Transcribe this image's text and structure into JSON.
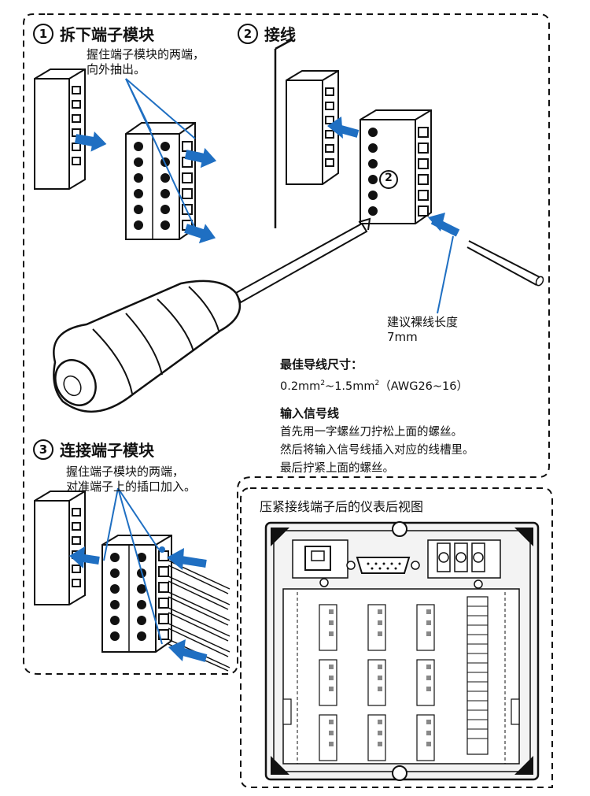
{
  "steps": {
    "remove": {
      "num": "1",
      "title": "拆下端子模块",
      "note_line1": "握住端子模块的两端，",
      "note_line2": "向外抽出。"
    },
    "wire": {
      "num": "2",
      "title": "接线",
      "callout_num": "2"
    },
    "connect": {
      "num": "3",
      "title": "连接端子模块",
      "note_line1": "握住端子模块的两端，",
      "note_line2": "对准端子上的插口加入。"
    }
  },
  "strip": {
    "line1": "建议裸线长度",
    "line2": "7mm"
  },
  "wire_size": {
    "heading": "最佳导线尺寸：",
    "part1": "0.2mm",
    "sup1": "2",
    "part2": "~1.5mm",
    "sup2": "2",
    "part3": "（AWG26~16）"
  },
  "input_signal": {
    "heading": "输入信号线",
    "lines": [
      "首先用一字螺丝刀拧松上面的螺丝。",
      "然后将输入信号线插入对应的线槽里。",
      "最后拧紧上面的螺丝。"
    ]
  },
  "rear_view": {
    "title": "压紧接线端子后的仪表后视图"
  },
  "colors": {
    "arrow": "#1f6fc2",
    "line": "#111111",
    "panel": "#f5f5f5"
  }
}
